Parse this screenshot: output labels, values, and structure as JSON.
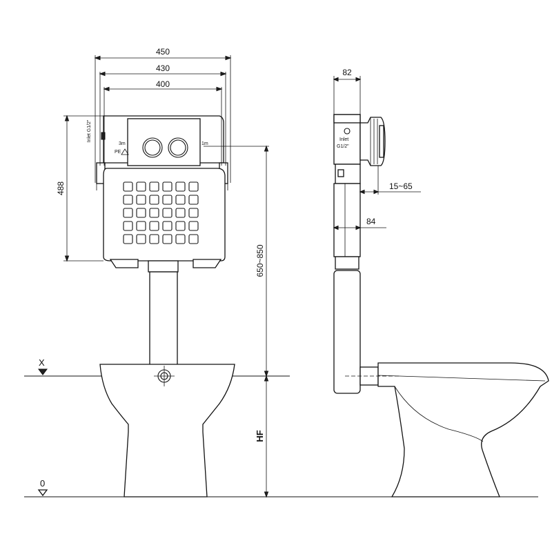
{
  "front_view": {
    "dim_width_outer": "450",
    "dim_width_mid": "430",
    "dim_width_inner": "400",
    "dim_height": "488",
    "dim_install": "650~850",
    "inlet_rotated": "Inlet G1/2\"",
    "level_x": "X",
    "level_zero": "0",
    "hf": "HF",
    "small_left_3": "3m",
    "small_right_1": "1m",
    "small_pe": "PE"
  },
  "side_view": {
    "dim_depth": "82",
    "inlet_label": "Inlet",
    "inlet_size": "G1/2\"",
    "dim_adjust": "15~65",
    "dim_84": "84"
  }
}
